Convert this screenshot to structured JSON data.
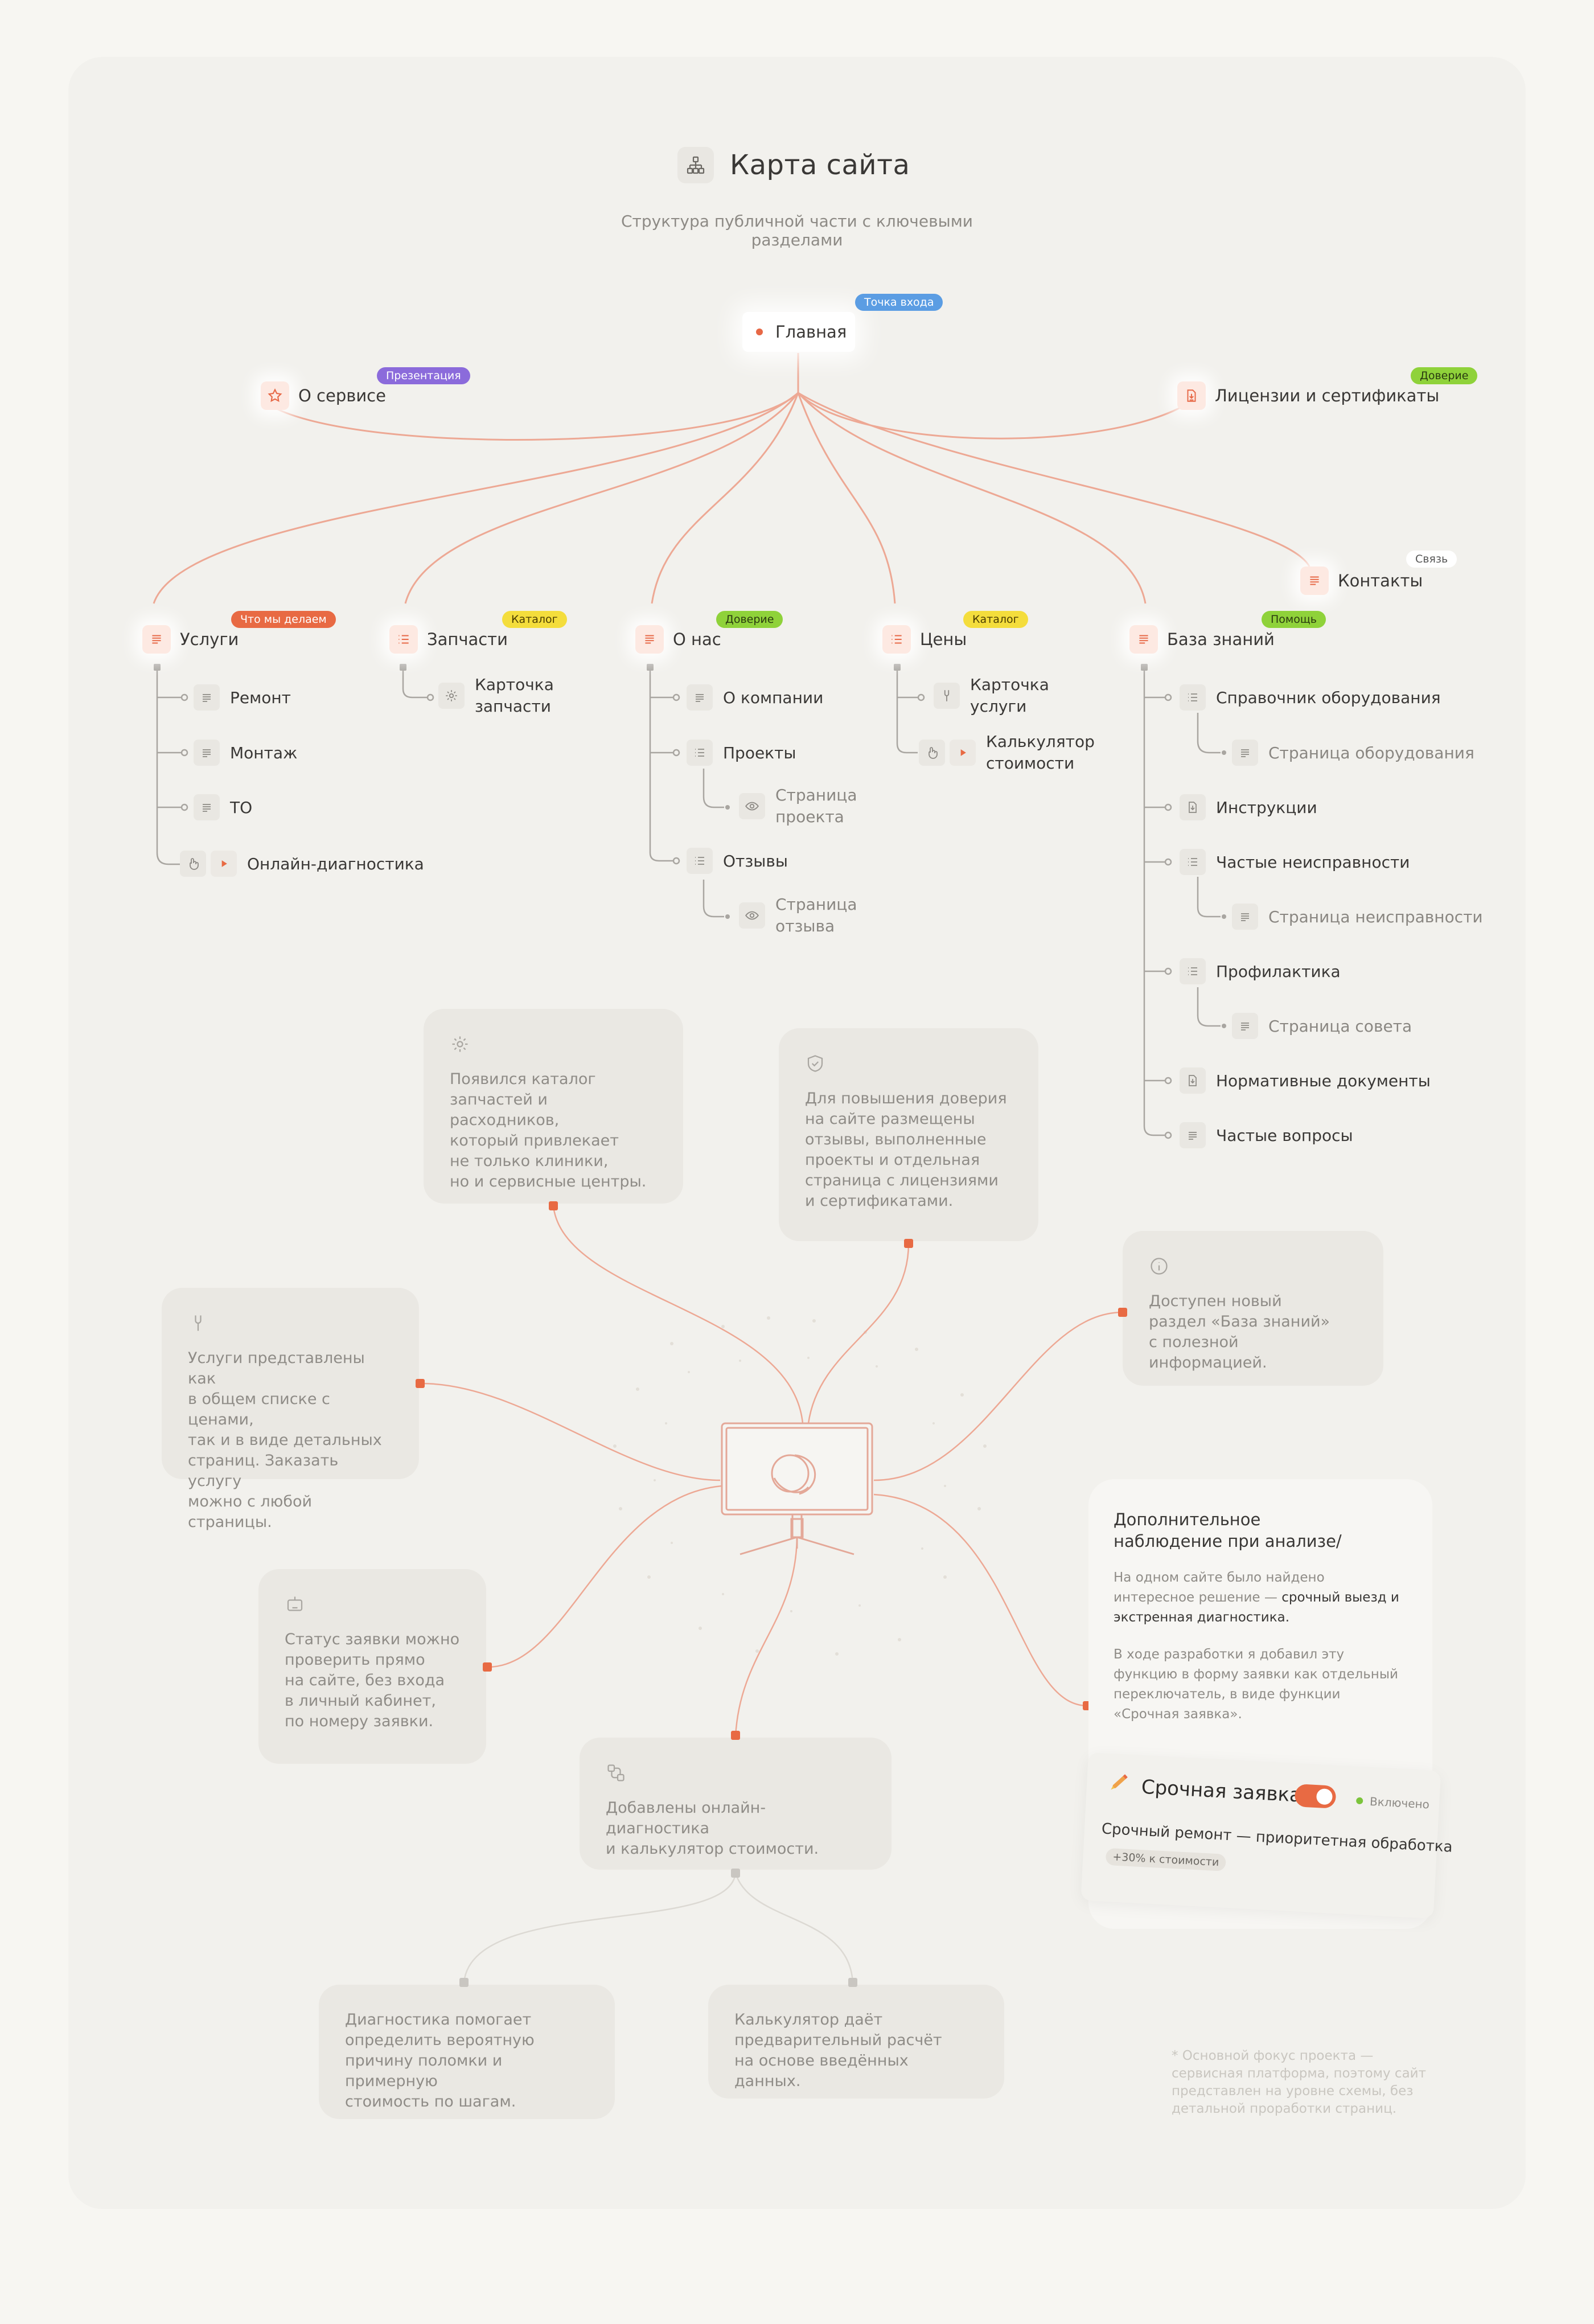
{
  "header": {
    "title": "Карта сайта",
    "subtitle": "Структура публичной части с ключевыми разделами"
  },
  "colors": {
    "accent": "#e86a43",
    "line": "#eda894",
    "background": "#f2f1ed"
  },
  "home": {
    "label": "Главная",
    "tag": "Точка входа"
  },
  "top_nodes": {
    "about_service": {
      "label": "О сервисе",
      "tag": "Презентация",
      "icon": "star-icon"
    },
    "licenses": {
      "label": "Лицензии и сертификаты",
      "tag": "Доверие",
      "icon": "document-icon"
    },
    "contacts": {
      "label": "Контакты",
      "tag": "Связь",
      "icon": "list-icon"
    }
  },
  "sections": [
    {
      "label": "Услуги",
      "tag": "Что мы делаем",
      "items": [
        {
          "label": "Ремонт"
        },
        {
          "label": "Монтаж"
        },
        {
          "label": "ТО"
        },
        {
          "label": "Онлайн-диагностика"
        }
      ]
    },
    {
      "label": "Запчасти",
      "tag": "Каталог",
      "items": [
        {
          "label": "Карточка\nзапчасти"
        }
      ]
    },
    {
      "label": "О нас",
      "tag": "Доверие",
      "items": [
        {
          "label": "О компании"
        },
        {
          "label": "Проекты"
        },
        {
          "label": "Страница\nпроекта"
        },
        {
          "label": "Отзывы"
        },
        {
          "label": "Страница\nотзыва"
        }
      ]
    },
    {
      "label": "Цены",
      "tag": "Каталог",
      "items": [
        {
          "label": "Карточка\nуслуги"
        },
        {
          "label": "Калькулятор\nстоимости"
        }
      ]
    },
    {
      "label": "База знаний",
      "tag": "Помощь",
      "items": [
        {
          "label": "Справочник оборудования"
        },
        {
          "label": "Страница оборудования"
        },
        {
          "label": "Инструкции"
        },
        {
          "label": "Частые неисправности"
        },
        {
          "label": "Страница неисправности"
        },
        {
          "label": "Профилактика"
        },
        {
          "label": "Страница совета"
        },
        {
          "label": "Нормативные документы"
        },
        {
          "label": "Частые вопросы"
        }
      ]
    }
  ],
  "annotations": {
    "catalog": "Появился каталог\nзапчастей и расходников,\nкоторый привлекает\nне только клиники,\nно и сервисные центры.",
    "trust": "Для повышения доверия\nна сайте размещены\nотзывы, выполненные\nпроекты и отдельная\nстраница с лицензиями\nи сертификатами.",
    "knowledge": "Доступен новый\nраздел «База знаний»\nс полезной информацией.",
    "services": "Услуги представлены как\nв общем списке с ценами,\nтак и в виде детальных\nстраниц. Заказать услугу\nможно с любой страницы.",
    "status": "Статус заявки можно\nпроверить прямо\nна сайте, без входа\nв личный кабинет,\nпо номеру заявки.",
    "online": "Добавлены онлайн-диагностика\nи калькулятор стоимости.",
    "diagnostics": "Диагностика помогает\nопределить вероятную\nпричину поломки и примерную\nстоимость по шагам.",
    "calculator": "Калькулятор даёт\nпредварительный расчёт\nна основе введённых данных."
  },
  "observation": {
    "title": "Дополнительное\nнаблюдение при анализе/",
    "p1_a": "На одном сайте было найдено интересное решение — ",
    "p1_b": "срочный выезд и экстренная диагностика.",
    "p2": "В ходе разработки я добавил эту функцию в форму заявки как отдельный переключатель, в виде функции «Срочная заявка»."
  },
  "urgent_card": {
    "title": "Срочная заявка",
    "status": "Включено",
    "desc": "Срочный ремонт — приоритетная обработка",
    "badge": "+30% к стоимости",
    "toggle_on": true
  },
  "footnote": "* Основной фокус проекта —сервисная платформа, поэтому сайт представлен на уровне схемы, без детальной проработки страниц."
}
